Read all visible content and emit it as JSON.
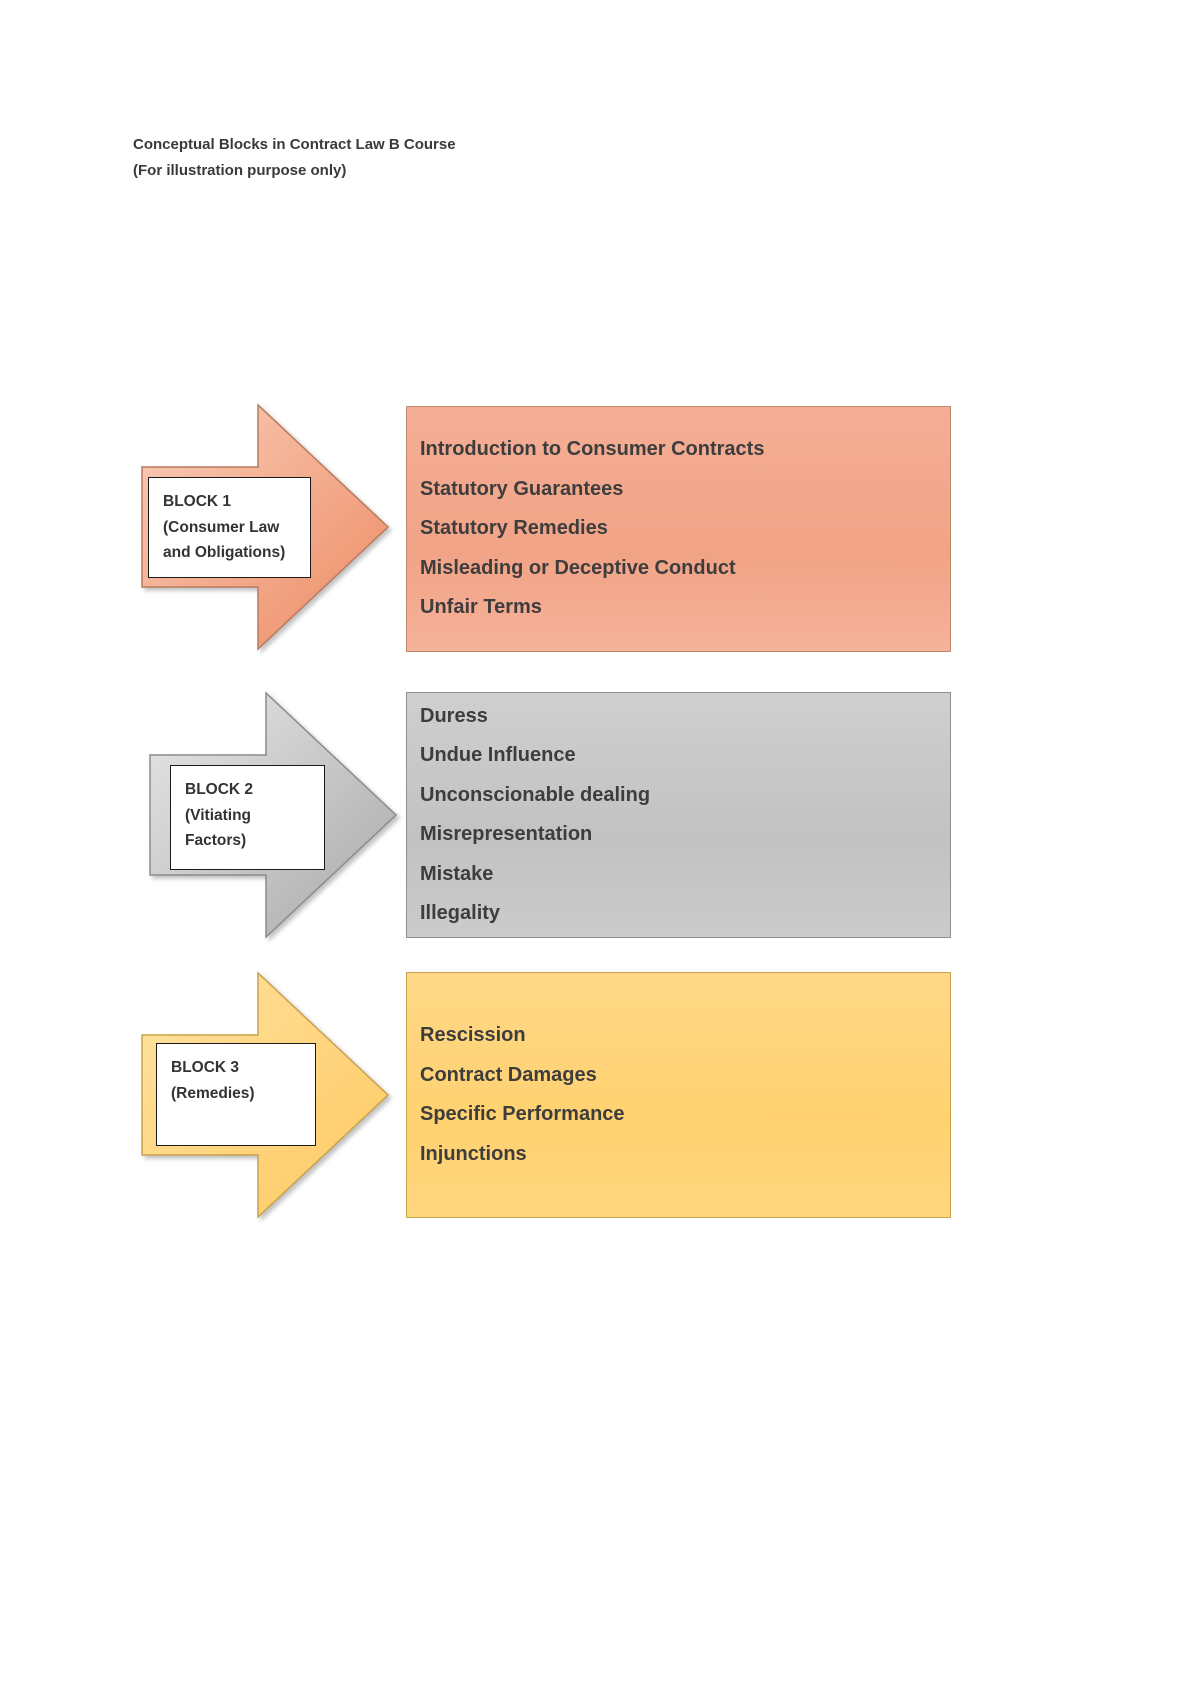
{
  "header": {
    "title_line1": "Conceptual Blocks in Contract Law B Course",
    "title_line2": "(For illustration purpose only)"
  },
  "blocks": [
    {
      "label": "BLOCK 1",
      "sublabel": "(Consumer Law and Obligations)",
      "accent_color": "#F2A58B",
      "items": [
        "Introduction to Consumer Contracts",
        "Statutory Guarantees",
        "Statutory Remedies",
        "Misleading or Deceptive Conduct",
        "Unfair Terms"
      ]
    },
    {
      "label": "BLOCK 2",
      "sublabel": "(Vitiating Factors)",
      "accent_color": "#BFBFBF",
      "items": [
        "Duress",
        "Undue Influence",
        "Unconscionable dealing",
        "Misrepresentation",
        "Mistake",
        "Illegality"
      ]
    },
    {
      "label": "BLOCK 3",
      "sublabel": "(Remedies)",
      "accent_color": "#FFD579",
      "items": [
        "Rescission",
        "Contract Damages",
        "Specific Performance",
        "Injunctions"
      ]
    }
  ]
}
